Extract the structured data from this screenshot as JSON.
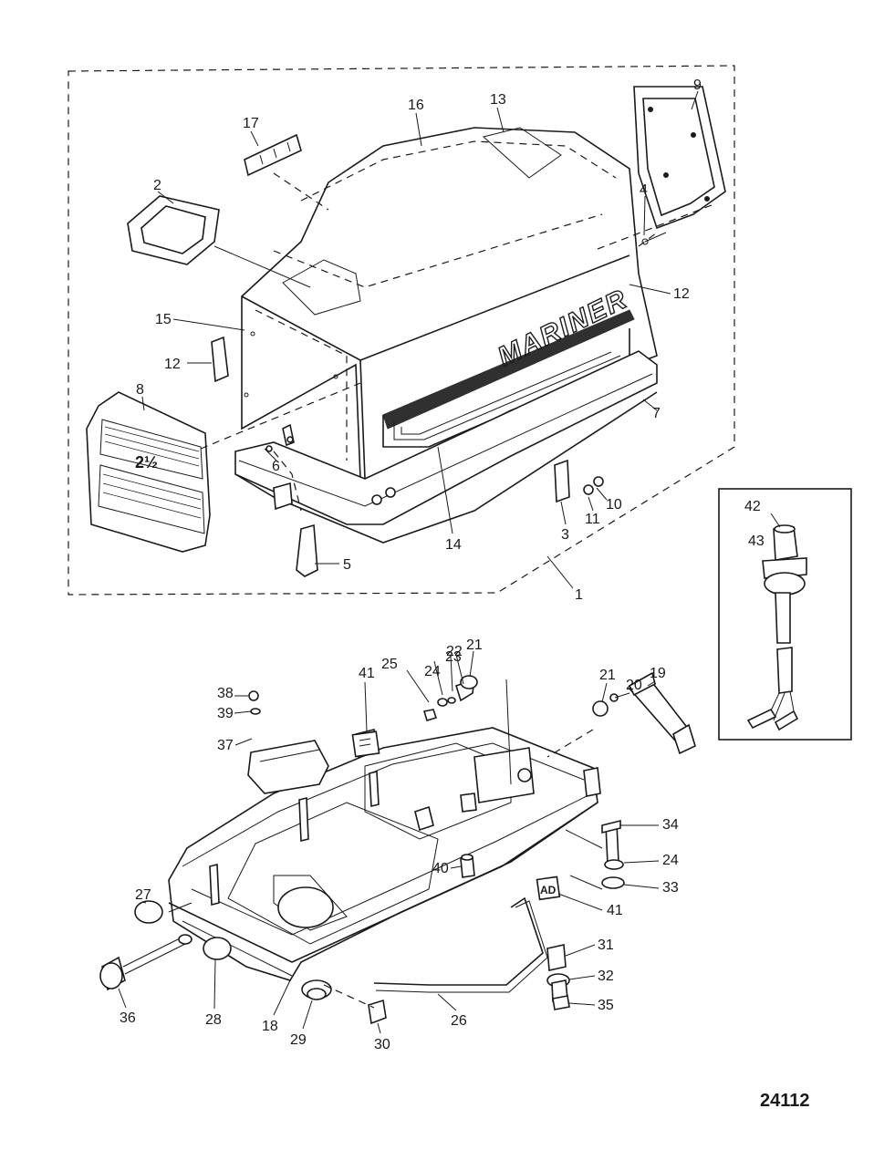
{
  "figure_number": "24112",
  "brand_text": "MARINER",
  "decal_text": "2½",
  "decal_label": "AD",
  "callouts": [
    "1",
    "2",
    "3",
    "4",
    "5",
    "6",
    "7",
    "8",
    "9",
    "10",
    "11",
    "12",
    "12",
    "13",
    "14",
    "15",
    "16",
    "17",
    "18",
    "19",
    "20",
    "21",
    "21",
    "22",
    "23",
    "24",
    "24",
    "25",
    "26",
    "27",
    "28",
    "29",
    "30",
    "31",
    "32",
    "33",
    "34",
    "35",
    "36",
    "37",
    "38",
    "39",
    "40",
    "41",
    "41",
    "42",
    "43"
  ]
}
